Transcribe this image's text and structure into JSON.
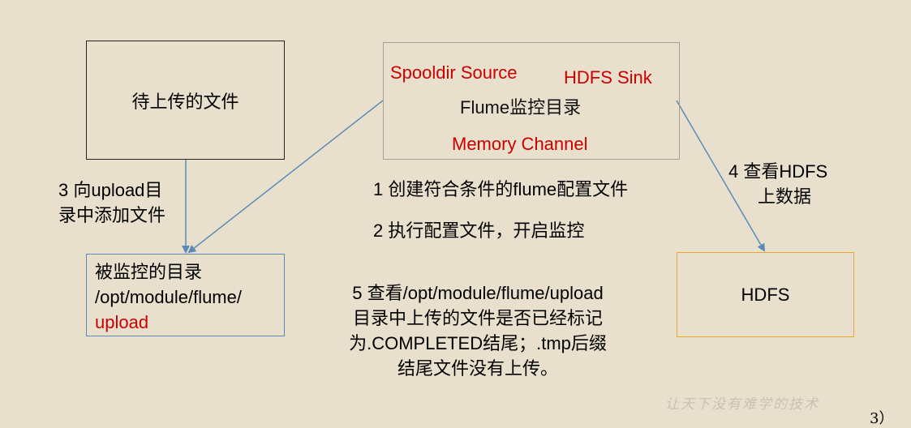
{
  "files_box": {
    "label": "待上传的文件"
  },
  "flume_box": {
    "source_label": "Spooldir Source",
    "sink_label": "HDFS Sink",
    "title": "Flume监控目录",
    "channel_label": "Memory Channel"
  },
  "upload_box": {
    "line1": "被监控的目录",
    "line2": "/opt/module/flume/",
    "line3": "upload"
  },
  "hdfs_box": {
    "label": "HDFS"
  },
  "steps": {
    "step3_line1": "3 向upload目",
    "step3_line2": "录中添加文件",
    "step1": "1 创建符合条件的flume配置文件",
    "step2": "2 执行配置文件，开启监控",
    "step4_line1": "4 查看HDFS",
    "step4_line2": "上数据",
    "step5_line1": "5 查看/opt/module/flume/upload",
    "step5_line2": "目录中上传的文件是否已经标记",
    "step5_line3": "为.COMPLETED结尾；.tmp后缀",
    "step5_line4": "结尾文件没有上传。"
  },
  "watermark": "让天下没有难学的技术",
  "page_number": "3）",
  "colors": {
    "background": "#e8e0cc",
    "highlight_red": "#cc0000",
    "arrow_blue": "#5b8bb5",
    "hdfs_border": "#e6a92c"
  }
}
